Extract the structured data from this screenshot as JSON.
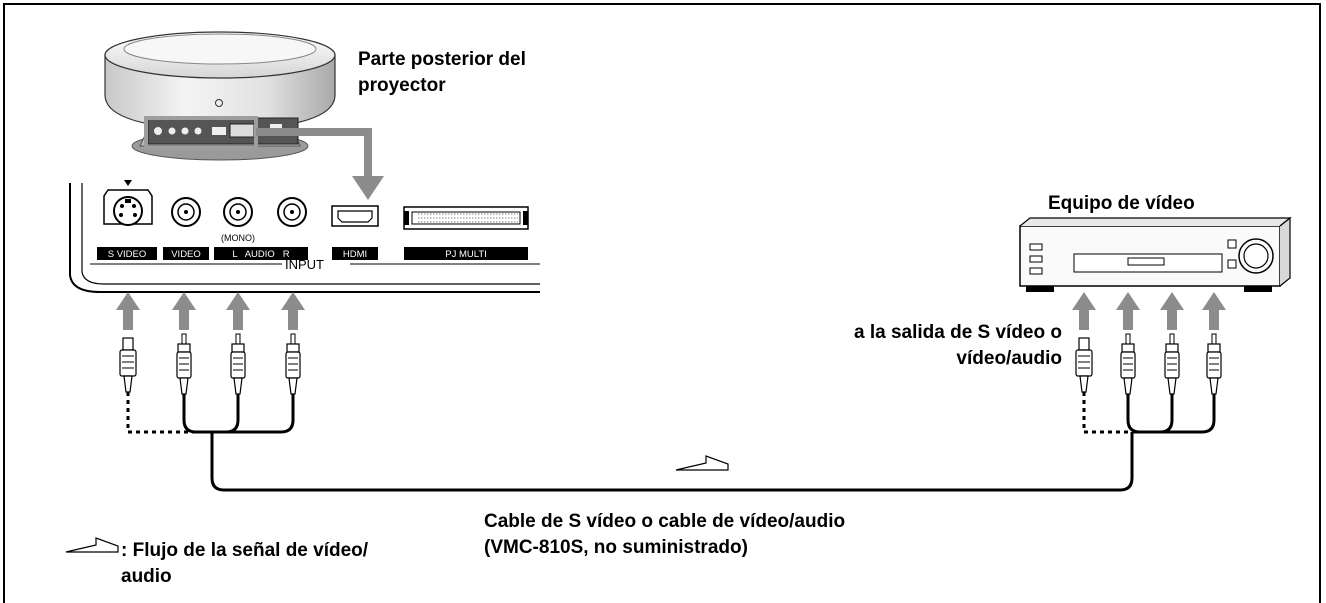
{
  "labels": {
    "projector_rear": "Parte posterior del\nproyector",
    "video_equipment": "Equipo de vídeo",
    "output_target": "a la salida de S vídeo o\nvídeo/audio",
    "cable": "Cable de S vídeo o cable de vídeo/audio\n(VMC-810S, no suministrado)",
    "legend": ": Flujo de la señal de vídeo/\naudio"
  },
  "panel": {
    "ports": [
      "S VIDEO",
      "VIDEO",
      "L   AUDIO   R",
      "HDMI",
      "PJ MULTI"
    ],
    "mono_note": "(MONO)",
    "input_label": "INPUT"
  }
}
